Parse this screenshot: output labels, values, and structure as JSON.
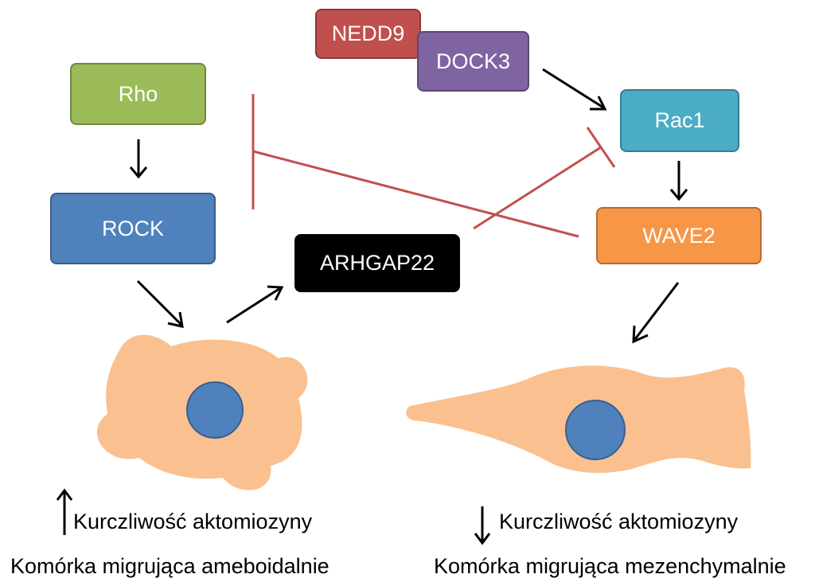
{
  "nodes": {
    "rho": {
      "label": "Rho",
      "color": "#9bbb59"
    },
    "rock": {
      "label": "ROCK",
      "color": "#4f81bd"
    },
    "nedd9": {
      "label": "NEDD9",
      "color": "#c0504d"
    },
    "dock3": {
      "label": "DOCK3",
      "color": "#8064a2"
    },
    "rac1": {
      "label": "Rac1",
      "color": "#4bacc6"
    },
    "wave2": {
      "label": "WAVE2",
      "color": "#f79646"
    },
    "arhgap22": {
      "label": "ARHGAP22",
      "color": "#000000"
    }
  },
  "cells": {
    "cytoplasm_color": "#fac090",
    "nucleus_color": "#4f81bd"
  },
  "inhibition_color": "#c0504d",
  "captions": {
    "left_contractility": "Kurczliwość aktomiozyny",
    "left_cell": "Komórka migrująca ameboidalnie",
    "right_contractility": "Kurczliwość aktomiozyny",
    "right_cell": "Komórka migrująca mezenchymalnie"
  }
}
